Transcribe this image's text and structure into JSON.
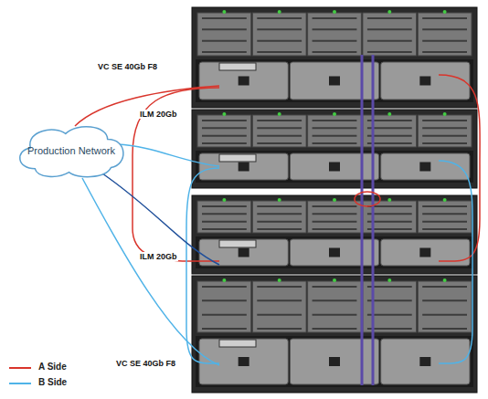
{
  "diagram": {
    "nodes": [
      {
        "text": [
          "Production Network"
        ]
      }
    ],
    "labels": [
      "VC SE 40Gb F8",
      "ILM 20Gb",
      "ILM 20Gb",
      "VC SE 40Gb F8"
    ],
    "legend": [
      {
        "text": "A Side"
      },
      {
        "text": "B Side"
      }
    ]
  }
}
